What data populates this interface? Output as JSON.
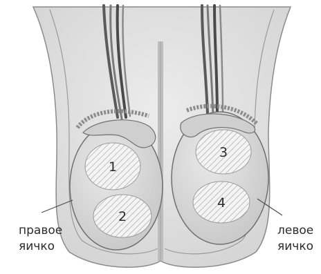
{
  "diagram": {
    "zones": [
      {
        "label": "1"
      },
      {
        "label": "2"
      },
      {
        "label": "3"
      },
      {
        "label": "4"
      }
    ],
    "right_testis_label": [
      "правое",
      "яичко"
    ],
    "left_testis_label": [
      "левое",
      "яичко"
    ]
  },
  "colors": {
    "background": "#ffffff",
    "scrotum": "#e7e7e7",
    "testis": "#d9d9d9",
    "outline": "#6f6f6f",
    "zone_fill": "#f4f4f4",
    "zone_hatch": "#a9a9a9",
    "vessel_dark": "#555555",
    "text": "#2b2b2b"
  }
}
